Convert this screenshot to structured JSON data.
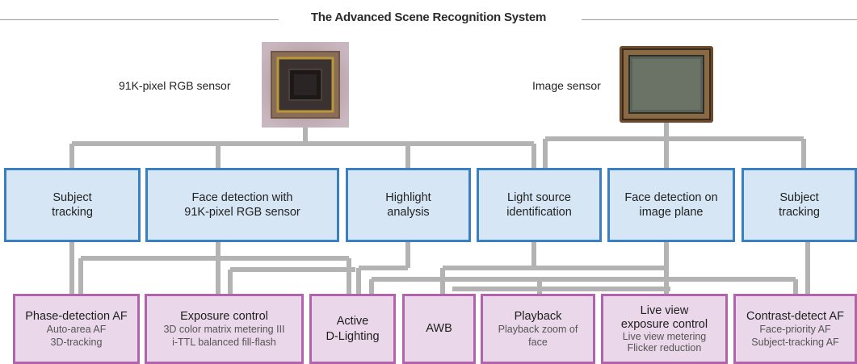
{
  "title": "The Advanced Scene Recognition System",
  "sensors": {
    "rgb_label": "91K-pixel RGB sensor",
    "image_label": "Image sensor"
  },
  "functions": [
    {
      "line1": "Subject",
      "line2": "tracking"
    },
    {
      "line1": "Face detection with",
      "line2": "91K-pixel RGB sensor"
    },
    {
      "line1": "Highlight",
      "line2": "analysis"
    },
    {
      "line1": "Light source",
      "line2": "identification"
    },
    {
      "line1": "Face detection on",
      "line2": "image plane"
    },
    {
      "line1": "Subject",
      "line2": "tracking"
    }
  ],
  "outputs": [
    {
      "head": "Phase-detection AF",
      "sub1": "Auto-area AF",
      "sub2": "3D-tracking"
    },
    {
      "head": "Exposure control",
      "sub1": "3D color matrix metering III",
      "sub2": "i-TTL balanced fill-flash"
    },
    {
      "head": "Active",
      "head2": "D-Lighting"
    },
    {
      "head": "AWB"
    },
    {
      "head": "Playback",
      "sub1": "Playback zoom of",
      "sub2": "face"
    },
    {
      "head": "Live view",
      "head2": "exposure control",
      "sub1": "Live view metering",
      "sub2": "Flicker reduction"
    },
    {
      "head": "Contrast-detect AF",
      "sub1": "Face-priority AF",
      "sub2": "Subject-tracking AF"
    }
  ],
  "colors": {
    "function_border": "#3a7fc1",
    "function_fill": "#d6e6f4",
    "output_border": "#b163ac",
    "output_fill": "#ebd7ea",
    "connector": "#b3b3b3"
  }
}
